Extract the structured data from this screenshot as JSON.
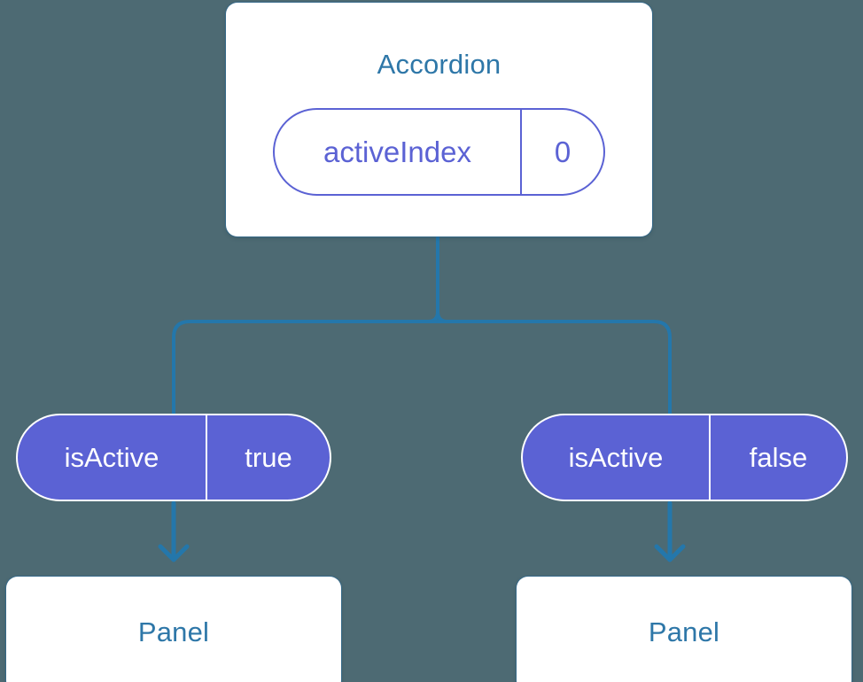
{
  "diagram": {
    "type": "component-state-tree",
    "background_color": "#4d6a73",
    "accent_line_color": "#2477ab",
    "pill_color": "#5b62d4",
    "card_text_color": "#2e77a8",
    "root": {
      "title": "Accordion",
      "state_pill": {
        "key": "activeIndex",
        "value": "0"
      }
    },
    "branches": [
      {
        "id": "left",
        "pill": {
          "key": "isActive",
          "value": "true"
        },
        "child_card": {
          "title": "Panel"
        }
      },
      {
        "id": "right",
        "pill": {
          "key": "isActive",
          "value": "false"
        },
        "child_card": {
          "title": "Panel"
        }
      }
    ]
  }
}
